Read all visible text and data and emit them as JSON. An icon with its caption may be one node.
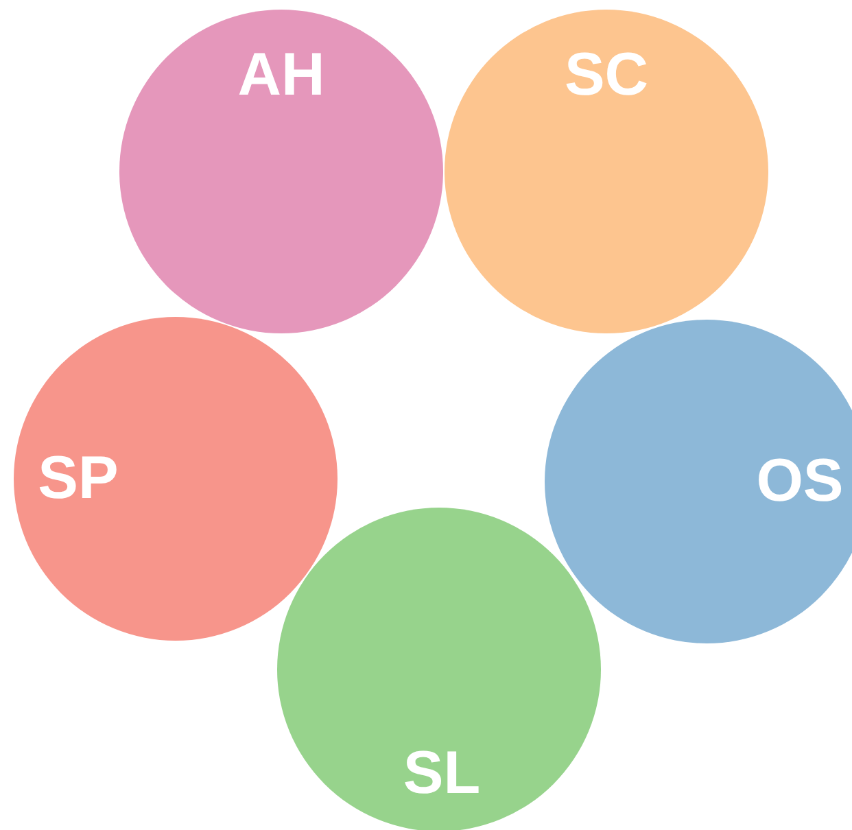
{
  "diagram": {
    "nodes": [
      {
        "text": [
          "AH"
        ]
      },
      {
        "text": [
          "SC"
        ]
      },
      {
        "text": [
          "SP"
        ]
      },
      {
        "text": [
          "OS"
        ]
      },
      {
        "text": [
          "SL"
        ]
      }
    ],
    "edges": []
  }
}
